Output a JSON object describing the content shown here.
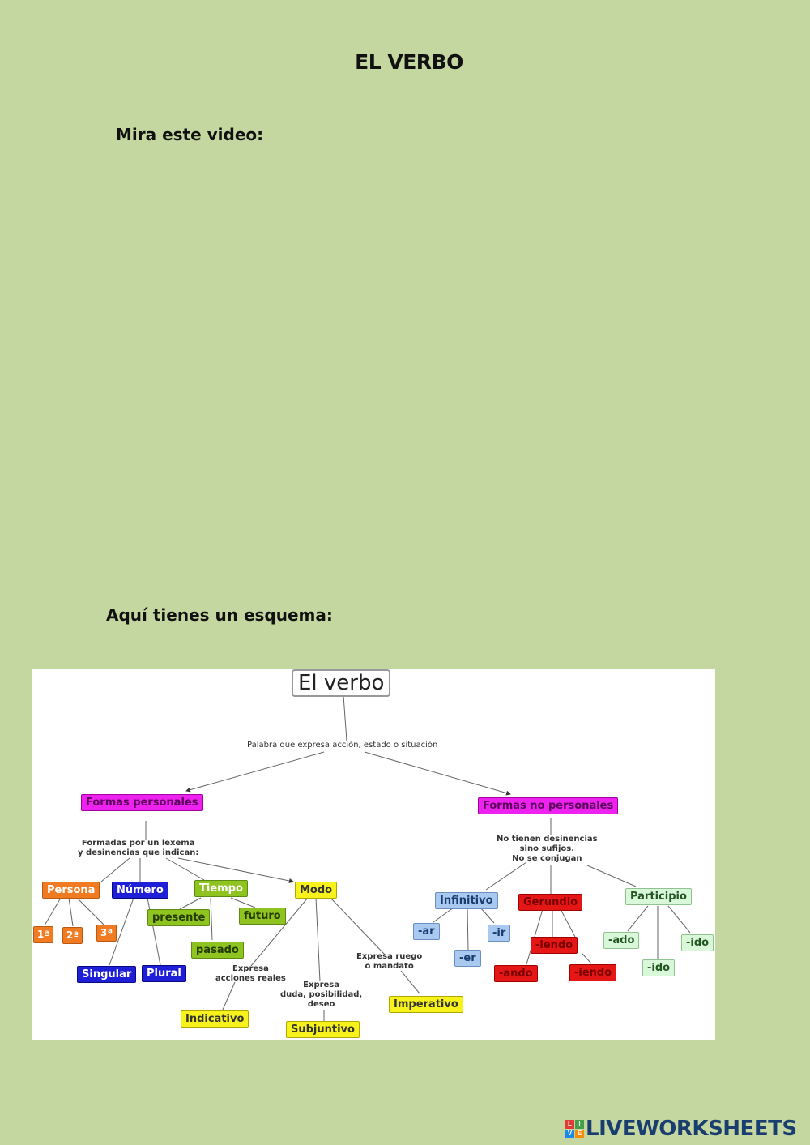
{
  "page": {
    "title": "EL VERBO",
    "video_label": "Mira este video:",
    "scheme_label": "Aquí tienes un esquema:"
  },
  "concept_map": {
    "root": "El verbo",
    "definition": "Palabra que expresa acción, estado o situación",
    "personal": {
      "label": "Formas personales",
      "note_line1": "Formadas por un lexema",
      "note_line2": "y desinencias que indican:",
      "persona": "Persona",
      "persona_items": [
        "1ª",
        "2ª",
        "3ª"
      ],
      "numero": "Número",
      "numero_items": [
        "Singular",
        "Plural"
      ],
      "tiempo": "Tiempo",
      "tiempo_items": [
        "presente",
        "futuro",
        "pasado"
      ],
      "modo": "Modo",
      "indicativo_note_line1": "Expresa",
      "indicativo_note_line2": "acciones reales",
      "indicativo": "Indicativo",
      "subjuntivo_note_line1": "Expresa",
      "subjuntivo_note_line2": "duda, posibilidad,",
      "subjuntivo_note_line3": "deseo",
      "subjuntivo": "Subjuntivo",
      "imperativo_note_line1": "Expresa ruego",
      "imperativo_note_line2": "o mandato",
      "imperativo": "Imperativo"
    },
    "non_personal": {
      "label": "Formas no personales",
      "note_line1": "No tienen desinencias",
      "note_line2": "sino sufijos.",
      "note_line3": "No se conjugan",
      "infinitivo": "Infinitivo",
      "infinitivo_items": [
        "-ar",
        "-er",
        "-ir"
      ],
      "gerundio": "Gerundio",
      "gerundio_items": [
        "-iendo",
        "-ando",
        "-iendo"
      ],
      "participio": "Participio",
      "participio_items": [
        "-ado",
        "-ido",
        "-ido"
      ]
    }
  },
  "brand": {
    "text": "LIVEWORKSHEETS",
    "icon_letters": [
      "L",
      "I",
      "V",
      "E"
    ],
    "icon_colors": [
      "#e53935",
      "#43a047",
      "#1e88e5",
      "#fb8c00"
    ]
  }
}
